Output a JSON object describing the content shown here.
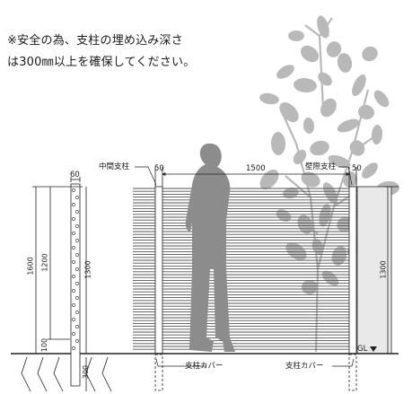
{
  "notice": {
    "line1": "※安全の為、支柱の埋め込み深さ",
    "line2": "は300㎜以上を確保してください。"
  },
  "labels": {
    "middle_post": "中間支柱",
    "wall_post": "壁際支柱",
    "post_cover_left": "支柱カバー",
    "post_cover_right": "支柱カバー",
    "gl": "GL"
  },
  "dimensions": {
    "post_width": "60",
    "middle_post_width": "50",
    "wall_post_width": "50",
    "span": "1500",
    "overall_post_height": "1600",
    "above_ground_post": "1200",
    "post_base_offset": "100",
    "post_hole_height": "1300",
    "embed_depth": "300",
    "fence_height": "1300"
  },
  "colors": {
    "line": "#222222",
    "silhouette": "#8c8c8c",
    "tree": "#b9b9b9",
    "slat": "#555555"
  }
}
